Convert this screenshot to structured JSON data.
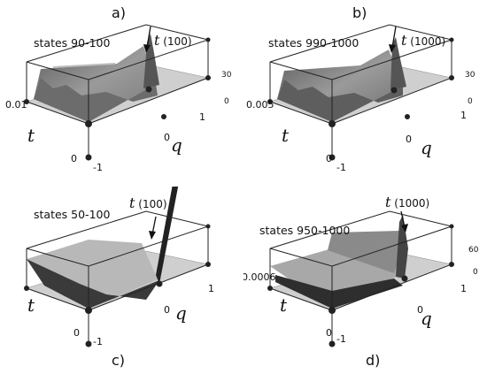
{
  "panels": [
    {
      "id": "a",
      "label": "a)",
      "states": "states 90-100",
      "tmark": "(100)",
      "zmax": "30",
      "zmin": "0",
      "tval": "0.01",
      "q1": "1",
      "q0": "0",
      "qm1": "-1",
      "t0": "0",
      "tsym": "t",
      "qsym": "q"
    },
    {
      "id": "b",
      "label": "b)",
      "states": "states 990-1000",
      "tmark": "(1000)",
      "zmax": "30",
      "zmin": "0",
      "tval": "0.005",
      "q1": "1",
      "q0": "0",
      "qm1": "-1",
      "t0": "0",
      "tsym": "t",
      "qsym": "q"
    },
    {
      "id": "c",
      "label": "c)",
      "states": "states 50-100",
      "tmark": "(100)",
      "zmax": "",
      "zmin": "",
      "tval": "",
      "q1": "1",
      "q0": "0",
      "qm1": "-1",
      "t0": "0",
      "tsym": "t",
      "qsym": "q"
    },
    {
      "id": "d",
      "label": "d)",
      "states": "states 950-1000",
      "tmark": "(1000)",
      "zmax": "60",
      "zmin": "0",
      "tval": "0.0006",
      "q1": "1",
      "q0": "0",
      "qm1": "-1",
      "t0": "0",
      "tsym": "t",
      "qsym": "q"
    }
  ]
}
